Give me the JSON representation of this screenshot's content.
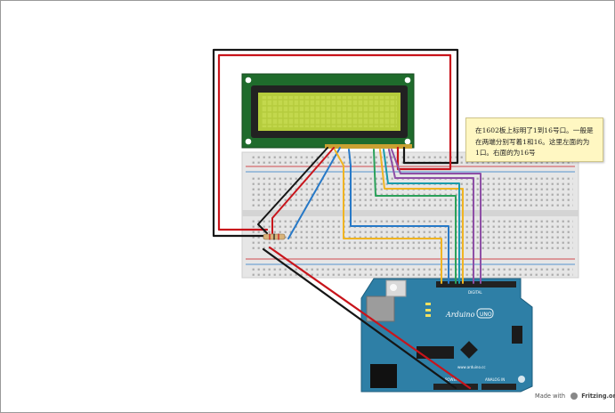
{
  "note": {
    "line1": "在1602板上标明了1到16号口。一般是",
    "line2": "在两端分别写着1和16。这里左面的为",
    "line3": "1口。右面的为16号"
  },
  "footer": {
    "made_with": "Made with",
    "brand": "Fritzing.org"
  },
  "arduino": {
    "name": "Arduino",
    "model": "UNO",
    "digital_header": "DIGITAL",
    "power_header": "POWER",
    "analog_header": "ANALOG IN",
    "website": "www.arduino.cc"
  },
  "colors": {
    "lcd_board": "#1f6b2c",
    "lcd_screen": "#b5cc3c",
    "breadboard": "#e5e5e5",
    "arduino": "#2e7fa6",
    "wire_red": "#c8141b",
    "wire_black": "#151515",
    "wire_blue": "#2779c7",
    "wire_yellow": "#f0b422",
    "wire_green": "#2ba15a",
    "wire_teal": "#1a9bab",
    "wire_purple": "#8e4fa6",
    "note_bg": "#fff7c2"
  }
}
